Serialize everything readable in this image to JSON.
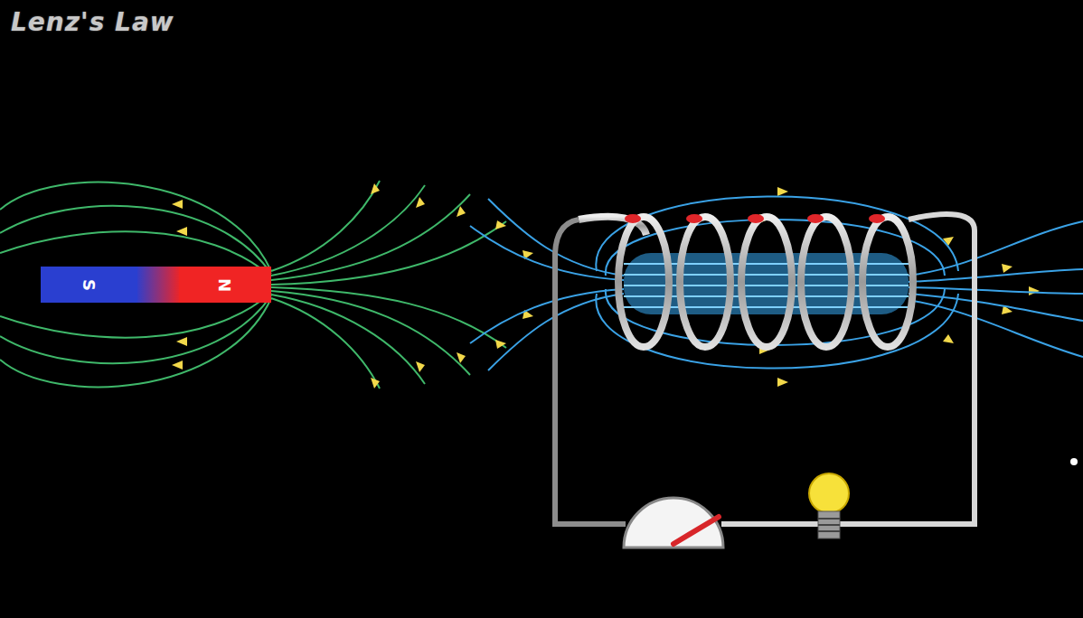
{
  "diagram": {
    "title": "Lenz's Law",
    "nodes": [
      {
        "text": [
          "S"
        ]
      },
      {
        "text": [
          "N"
        ]
      }
    ]
  }
}
